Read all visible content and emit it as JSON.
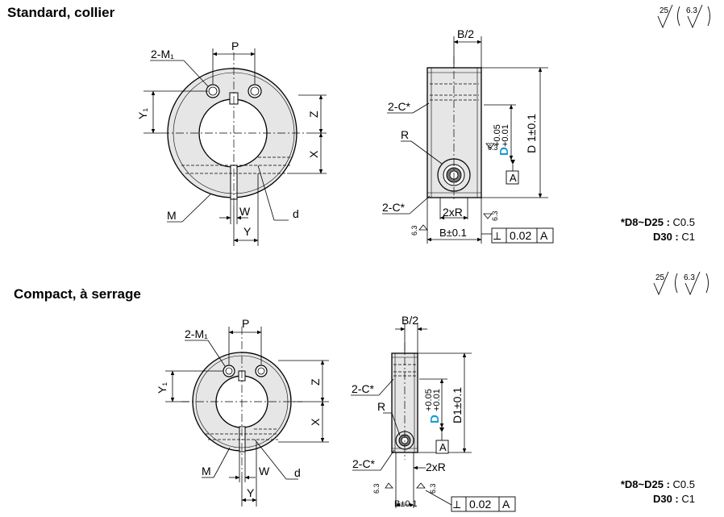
{
  "sections": [
    {
      "title": "Standard, collier",
      "roughness": {
        "left": "25",
        "inner": "6.3"
      },
      "front_labels": {
        "holes": "2-M₁",
        "pitch": "P",
        "y1": "Y₁",
        "z": "Z",
        "x": "X",
        "m": "M",
        "w": "W",
        "d": "d",
        "y": "Y"
      },
      "side_labels": {
        "b_half": "B/2",
        "chamfer_top": "2-C*",
        "radius": "R",
        "chamfer_bottom": "2-C*",
        "two_r": "2xR",
        "b_tol": "B±0.1",
        "d1": "D 1±0.1",
        "bore": "D",
        "bore_tol_upper": "+0.05",
        "bore_tol_lower": "+0.01",
        "datum": "A",
        "rough_small": "6.3"
      },
      "tolerance_frame": {
        "symbol": "⟂",
        "value": "0.02",
        "datum": "A"
      },
      "chamfer_note": {
        "line1_label": "*D8~D25 :",
        "line1_value": "C0.5",
        "line2_label": "D30 :",
        "line2_value": "C1"
      }
    },
    {
      "title": "Compact, à serrage",
      "roughness": {
        "left": "25",
        "inner": "6.3"
      },
      "front_labels": {
        "holes": "2-M₁",
        "pitch": "P",
        "y1": "Y₁",
        "z": "Z",
        "x": "X",
        "m": "M",
        "w": "W",
        "d": "d",
        "y": "Y"
      },
      "side_labels": {
        "b_half": "B/2",
        "chamfer_top": "2-C*",
        "radius": "R",
        "chamfer_bottom": "2-C*",
        "two_r": "2xR",
        "b_tol": "B±0.1",
        "d1": "D1±0.1",
        "bore": "D",
        "bore_tol_upper": "+0.05",
        "bore_tol_lower": "+0.01",
        "datum": "A",
        "rough_small": "6.3"
      },
      "tolerance_frame": {
        "symbol": "⟂",
        "value": "0.02",
        "datum": "A"
      },
      "chamfer_note": {
        "line1_label": "*D8~D25 :",
        "line1_value": "C0.5",
        "line2_label": "D30 :",
        "line2_value": "C1"
      }
    }
  ],
  "colors": {
    "ink": "#000000",
    "part_fill": "#e6e6e6",
    "bore_accent": "#1a9ad6"
  }
}
